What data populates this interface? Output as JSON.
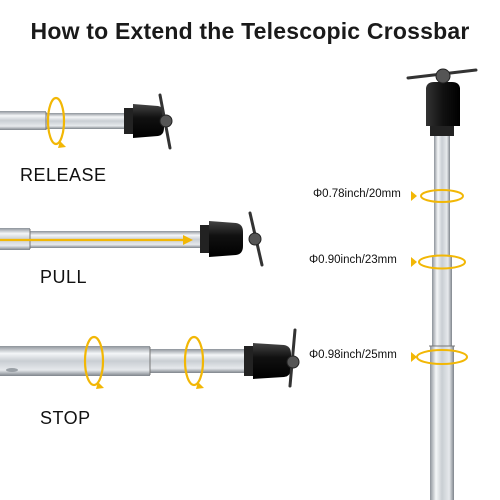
{
  "title": "How to Extend the Telescopic Crossbar",
  "steps": [
    {
      "label": "RELEASE"
    },
    {
      "label": "PULL"
    },
    {
      "label": "STOP"
    }
  ],
  "diameters": [
    {
      "label": "Φ0.78inch/20mm"
    },
    {
      "label": "Φ0.90inch/23mm"
    },
    {
      "label": "Φ0.98inch/25mm"
    }
  ],
  "colors": {
    "arrow": "#F2B705",
    "rod": "#c8cdd2",
    "cap": "#1a1a1a",
    "text": "#111111"
  }
}
